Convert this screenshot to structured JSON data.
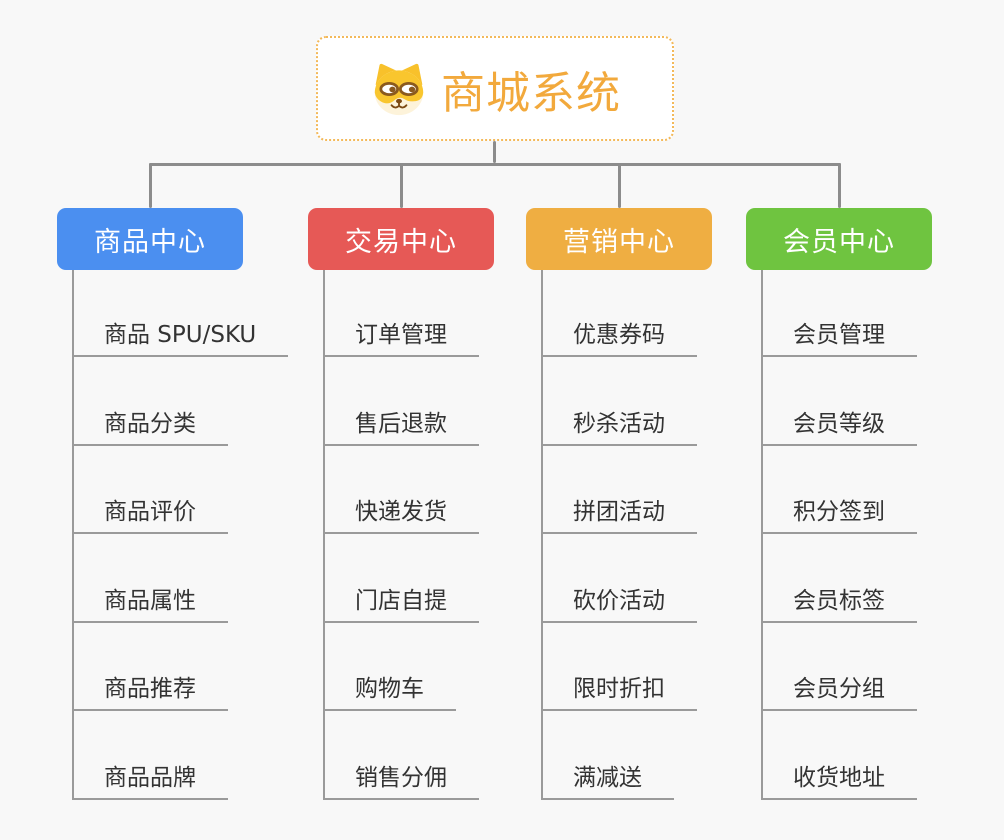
{
  "canvas": {
    "background": "#f8f8f8"
  },
  "root": {
    "title": "商城系统",
    "icon": "shiba-dog-icon",
    "title_color": "#f2a93c",
    "border_color": "#f3b95a"
  },
  "connectors": {
    "tree_line_color": "#8c8c8c",
    "item_line_color": "#9a9a9a"
  },
  "item_text_color": "#333333",
  "branches": [
    {
      "label": "商品中心",
      "color": "#4b8ff0",
      "items": [
        "商品 SPU/SKU",
        "商品分类",
        "商品评价",
        "商品属性",
        "商品推荐",
        "商品品牌"
      ]
    },
    {
      "label": "交易中心",
      "color": "#e65956",
      "items": [
        "订单管理",
        "售后退款",
        "快递发货",
        "门店自提",
        "购物车",
        "销售分佣"
      ]
    },
    {
      "label": "营销中心",
      "color": "#efae42",
      "items": [
        "优惠券码",
        "秒杀活动",
        "拼团活动",
        "砍价活动",
        "限时折扣",
        "满减送"
      ]
    },
    {
      "label": "会员中心",
      "color": "#6fc440",
      "items": [
        "会员管理",
        "会员等级",
        "积分签到",
        "会员标签",
        "会员分组",
        "收货地址"
      ]
    }
  ]
}
